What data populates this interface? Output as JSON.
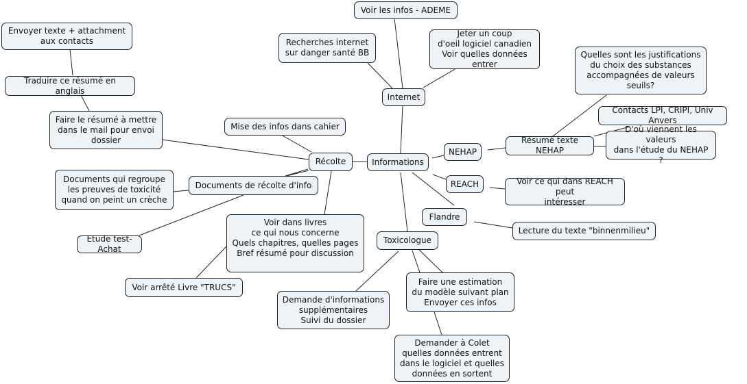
{
  "nodes": {
    "informations": "Informations",
    "internet": "Internet",
    "ademe": "Voir les infos - ADEME",
    "recherches": "Recherches internet\nsur danger santé BB",
    "jeter": "Jeter un coup\nd'oeil logiciel canadien\nVoir quelles données entrer",
    "nehap": "NEHAP",
    "resume_nehap": "Résumé texte NEHAP",
    "justifications": "Quelles sont les justifications\ndu choix des substances\naccompagnées de valeurs\nseuils?",
    "contacts": "Contacts LPI, CRIPI, Univ Anvers",
    "dou": "D'où viennent les valeurs\ndans l'étude du NEHAP ?",
    "reach": "REACH",
    "voir_reach": "Voir ce qui dans REACH peut\nintéresser",
    "flandre": "Flandre",
    "lecture": "Lecture du texte \"binnenmilieu\"",
    "toxicologue": "Toxicologue",
    "demande_infos": "Demande d'informations\nsupplémentaires\nSuivi du dossier",
    "estimation": "Faire une estimation\ndu modèle suivant plan\nEnvoyer ces infos",
    "colet": "Demander à Colet\nquelles données entrent\ndans le logiciel et quelles\ndonnées en sortent",
    "recolte": "Récolte",
    "mise": "Mise des infos dans cahier",
    "faire_resume": "Faire le résumé à mettre\ndans le mail pour envoi\ndossier",
    "traduire": "Traduire ce résumé en anglais",
    "envoyer": "Envoyer texte + attachment\naux contacts",
    "documents_recolte": "Documents de récolte d'info",
    "documents_regroupe": "Documents qui regroupe\nles preuves de toxicité\nquand on peint un crèche",
    "etude": "Etude test-Achat",
    "livres": "Voir dans livres\nce qui nous concerne\nQuels chapitres, quelles pages\nBref résumé pour discussion",
    "arrete": "Voir arrêté Livre \"TRUCS\""
  },
  "colors": {
    "node_fill": "#edf3f6",
    "node_border": "#222222",
    "link": "#222222"
  }
}
